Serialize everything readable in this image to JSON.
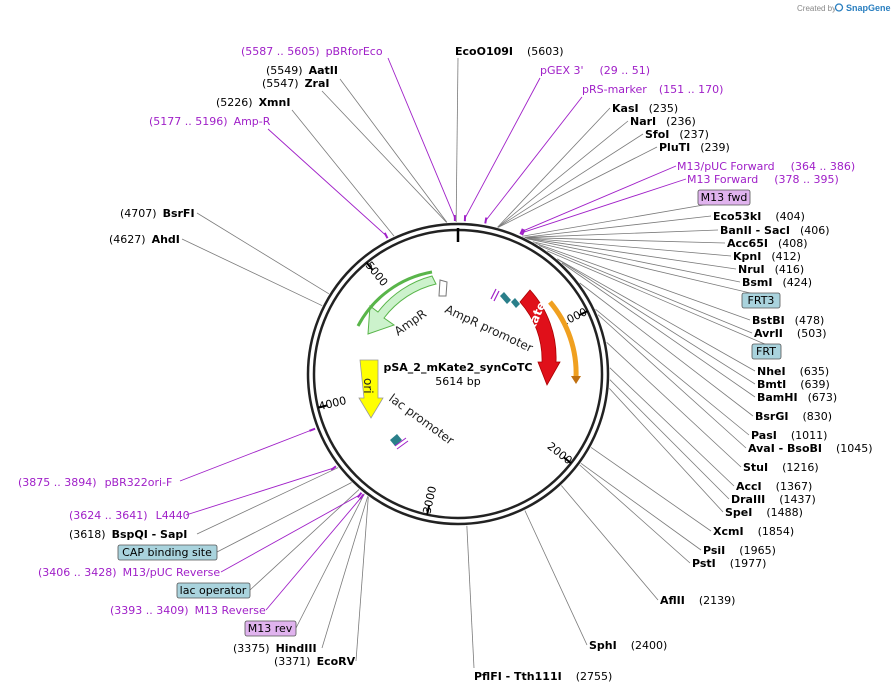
{
  "credit": {
    "text": "Created by",
    "brand": "SnapGene"
  },
  "plasmid": {
    "name": "pSA_2_mKate2_synCoTC",
    "size": "5614 bp"
  },
  "map": {
    "ticks": [
      "1000",
      "2000",
      "3000",
      "4000",
      "5000"
    ]
  },
  "features": {
    "ampr_promoter": "AmpR promoter",
    "ampr": "AmpR",
    "mkate2": "mKate2",
    "ori": "ori",
    "lac_promoter": "lac promoter"
  },
  "labels": [
    {
      "id": "pbrforeco",
      "kind": "primer",
      "range": "(5587 .. 5605)",
      "name": "pBRforEco"
    },
    {
      "id": "eco0109i",
      "kind": "enzyme",
      "name": "EcoO109I",
      "pos": "(5603)"
    },
    {
      "id": "aatii",
      "kind": "enzyme",
      "pos": "(5549)",
      "name": "AatII"
    },
    {
      "id": "zrai",
      "kind": "enzyme",
      "pos": "(5547)",
      "name": "ZraI"
    },
    {
      "id": "xmni",
      "kind": "enzyme",
      "pos": "(5226)",
      "name": "XmnI"
    },
    {
      "id": "ampr-primer",
      "kind": "primer",
      "range": "(5177 .. 5196)",
      "name": "Amp-R"
    },
    {
      "id": "pgex3",
      "kind": "primer",
      "name": "pGEX 3'",
      "range": "(29 .. 51)"
    },
    {
      "id": "prs-marker",
      "kind": "primer",
      "name": "pRS-marker",
      "range": "(151 .. 170)"
    },
    {
      "id": "kasi",
      "kind": "enzyme",
      "name": "KasI",
      "pos": "(235)"
    },
    {
      "id": "nari",
      "kind": "enzyme",
      "name": "NarI",
      "pos": "(236)"
    },
    {
      "id": "sfoi",
      "kind": "enzyme",
      "name": "SfoI",
      "pos": "(237)"
    },
    {
      "id": "pluti",
      "kind": "enzyme",
      "name": "PluTI",
      "pos": "(239)"
    },
    {
      "id": "m13puc-fwd",
      "kind": "primer",
      "name": "M13/pUC Forward",
      "range": "(364 .. 386)"
    },
    {
      "id": "m13-fwd",
      "kind": "primer",
      "name": "M13 Forward",
      "range": "(378 .. 395)"
    },
    {
      "id": "eco53ki",
      "kind": "enzyme",
      "name": "Eco53kI",
      "pos": "(404)"
    },
    {
      "id": "banii-saci",
      "kind": "enzyme",
      "name": "BanII  -  SacI",
      "pos": "(406)"
    },
    {
      "id": "acc65i",
      "kind": "enzyme",
      "name": "Acc65I",
      "pos": "(408)"
    },
    {
      "id": "kpni",
      "kind": "enzyme",
      "name": "KpnI",
      "pos": "(412)"
    },
    {
      "id": "nrui",
      "kind": "enzyme",
      "name": "NruI",
      "pos": "(416)"
    },
    {
      "id": "bsmi",
      "kind": "enzyme",
      "name": "BsmI",
      "pos": "(424)"
    },
    {
      "id": "bstbi",
      "kind": "enzyme",
      "name": "BstBI",
      "pos": "(478)"
    },
    {
      "id": "avrii",
      "kind": "enzyme",
      "name": "AvrII",
      "pos": "(503)"
    },
    {
      "id": "nhei",
      "kind": "enzyme",
      "name": "NheI",
      "pos": "(635)"
    },
    {
      "id": "bmti",
      "kind": "enzyme",
      "name": "BmtI",
      "pos": "(639)"
    },
    {
      "id": "bamhi",
      "kind": "enzyme",
      "name": "BamHI",
      "pos": "(673)"
    },
    {
      "id": "bsrgi",
      "kind": "enzyme",
      "name": "BsrGI",
      "pos": "(830)"
    },
    {
      "id": "pasi",
      "kind": "enzyme",
      "name": "PasI",
      "pos": "(1011)"
    },
    {
      "id": "avai-bsobi",
      "kind": "enzyme",
      "name": "AvaI  -  BsoBI",
      "pos": "(1045)"
    },
    {
      "id": "stui",
      "kind": "enzyme",
      "name": "StuI",
      "pos": "(1216)"
    },
    {
      "id": "acci",
      "kind": "enzyme",
      "name": "AccI",
      "pos": "(1367)"
    },
    {
      "id": "draiii",
      "kind": "enzyme",
      "name": "DraIII",
      "pos": "(1437)"
    },
    {
      "id": "spei",
      "kind": "enzyme",
      "name": "SpeI",
      "pos": "(1488)"
    },
    {
      "id": "xcmi",
      "kind": "enzyme",
      "name": "XcmI",
      "pos": "(1854)"
    },
    {
      "id": "psii",
      "kind": "enzyme",
      "name": "PsiI",
      "pos": "(1965)"
    },
    {
      "id": "psti",
      "kind": "enzyme",
      "name": "PstI",
      "pos": "(1977)"
    },
    {
      "id": "aflii",
      "kind": "enzyme",
      "name": "AflII",
      "pos": "(2139)"
    },
    {
      "id": "sphi",
      "kind": "enzyme",
      "name": "SphI",
      "pos": "(2400)"
    },
    {
      "id": "pflfi-tth111i",
      "kind": "enzyme",
      "name": "PflFI  -  Tth111I",
      "pos": "(2755)"
    },
    {
      "id": "bsrfi",
      "kind": "enzyme",
      "pos": "(4707)",
      "name": "BsrFI"
    },
    {
      "id": "ahdi",
      "kind": "enzyme",
      "pos": "(4627)",
      "name": "AhdI"
    },
    {
      "id": "pbr322ori",
      "kind": "primer",
      "range": "(3875 .. 3894)",
      "name": "pBR322ori-F"
    },
    {
      "id": "l4440",
      "kind": "primer",
      "range": "(3624 .. 3641)",
      "name": "L4440"
    },
    {
      "id": "bspqi-sapi",
      "kind": "enzyme",
      "pos": "(3618)",
      "name": "BspQI  -  SapI"
    },
    {
      "id": "m13puc-rev",
      "kind": "primer",
      "range": "(3406 .. 3428)",
      "name": "M13/pUC Reverse"
    },
    {
      "id": "m13-rev-primer",
      "kind": "primer",
      "range": "(3393 .. 3409)",
      "name": "M13 Reverse"
    },
    {
      "id": "hindiii",
      "kind": "enzyme",
      "pos": "(3375)",
      "name": "HindIII"
    },
    {
      "id": "ecorv",
      "kind": "enzyme",
      "pos": "(3371)",
      "name": "EcoRV"
    }
  ],
  "boxes": [
    {
      "id": "m13fwd-box",
      "text": "M13 fwd",
      "color": "#e0b3ee"
    },
    {
      "id": "frt3-box",
      "text": "FRT3",
      "color": "#a9d3dd"
    },
    {
      "id": "frt-box",
      "text": "FRT",
      "color": "#a9d3dd"
    },
    {
      "id": "cap-box",
      "text": "CAP binding site",
      "color": "#a9d3dd"
    },
    {
      "id": "lacop-box",
      "text": "lac operator",
      "color": "#a9d3dd"
    },
    {
      "id": "m13rev-box",
      "text": "M13 rev",
      "color": "#e0b3ee"
    }
  ],
  "colors": {
    "primer": "#a020c8",
    "mkate2": "#e0101a",
    "ampr": "#ccf2cc",
    "ampr_edge": "#59b54a",
    "ori": "#ffff00",
    "orange": "#f0a020",
    "teal": "#2a7f8a"
  }
}
